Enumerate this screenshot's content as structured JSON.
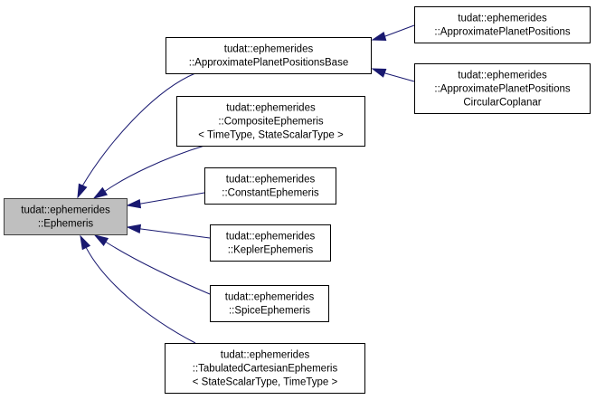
{
  "nodes": {
    "ephemeris": {
      "lines": [
        "tudat::ephemerides",
        "::Ephemeris"
      ],
      "highlighted": true
    },
    "approx_base": {
      "lines": [
        "tudat::ephemerides",
        "::ApproximatePlanetPositionsBase"
      ]
    },
    "approx": {
      "lines": [
        "tudat::ephemerides",
        "::ApproximatePlanetPositions"
      ]
    },
    "approx_circ": {
      "lines": [
        "tudat::ephemerides",
        "::ApproximatePlanetPositions",
        "CircularCoplanar"
      ]
    },
    "composite": {
      "lines": [
        "tudat::ephemerides",
        "::CompositeEphemeris",
        "< TimeType, StateScalarType >"
      ]
    },
    "constant": {
      "lines": [
        "tudat::ephemerides",
        "::ConstantEphemeris"
      ]
    },
    "kepler": {
      "lines": [
        "tudat::ephemerides",
        "::KeplerEphemeris"
      ]
    },
    "spice": {
      "lines": [
        "tudat::ephemerides",
        "::SpiceEphemeris"
      ]
    },
    "tabulated": {
      "lines": [
        "tudat::ephemerides",
        "::TabulatedCartesianEphemeris",
        "< StateScalarType, TimeType >"
      ]
    }
  },
  "colors": {
    "edge": "#191970",
    "root_fill": "#bfbfbf",
    "node_fill": "#ffffff",
    "node_border": "#000000"
  }
}
